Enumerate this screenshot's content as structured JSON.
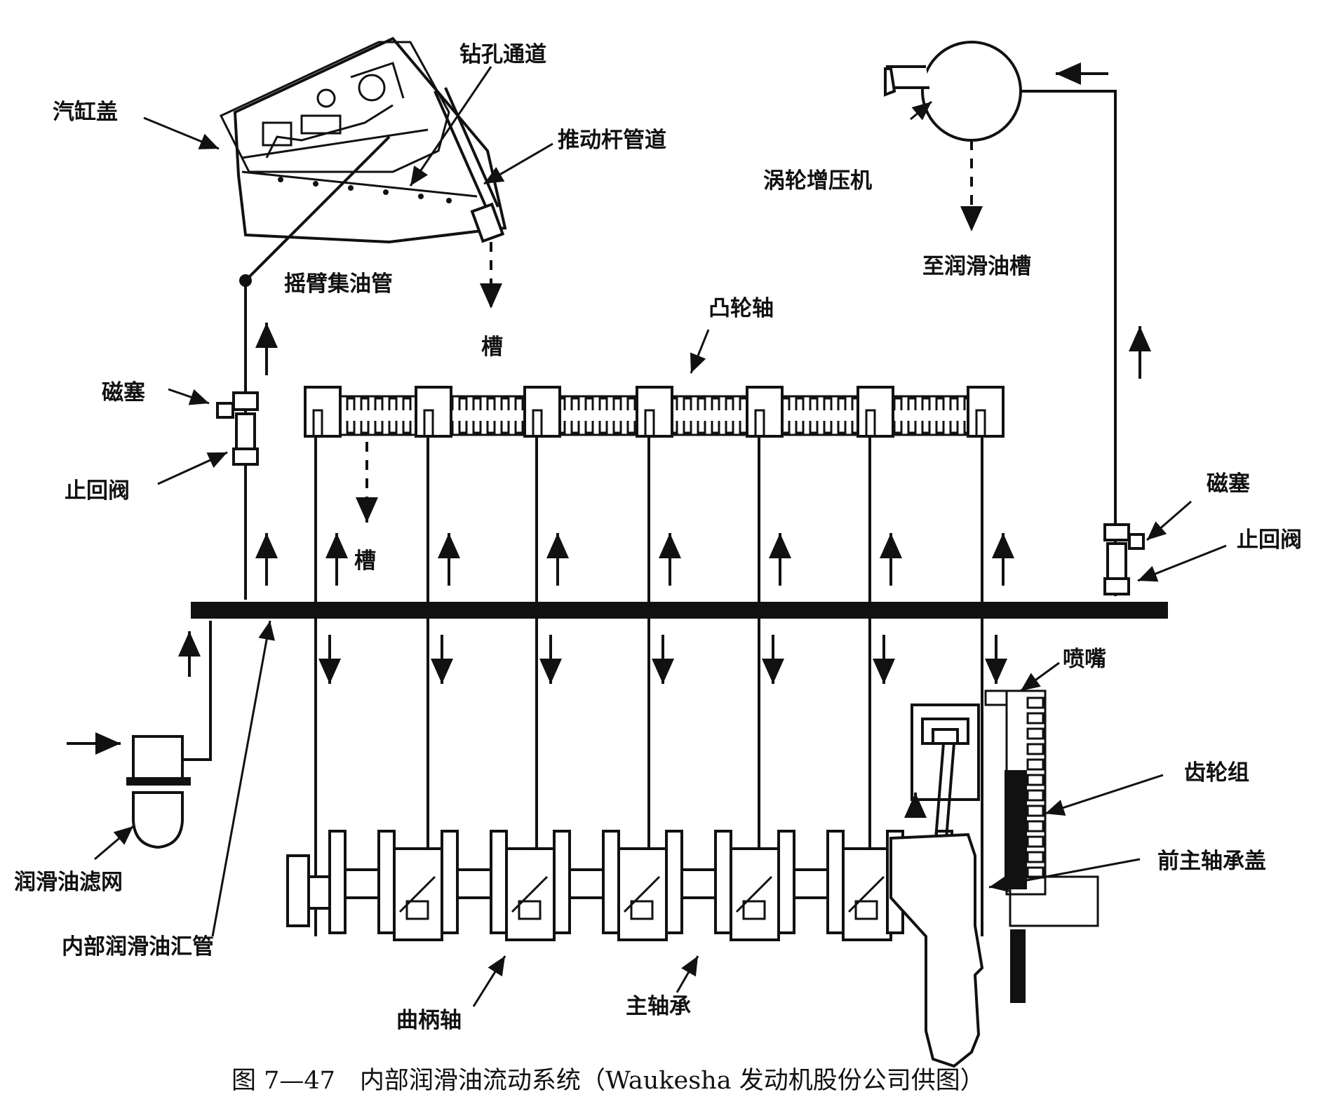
{
  "labels": {
    "cylinder_head": "汽缸盖",
    "drilled_passage": "钻孔通道",
    "pushrod_tube": "推动杆管道",
    "rocker_manifold": "摇臂集油管",
    "drain_top": "槽",
    "drain_mid": "槽",
    "camshaft": "凸轮轴",
    "magnetic_plug_left": "磁塞",
    "check_valve_left": "止回阀",
    "turbocharger": "涡轮增压机",
    "to_sump": "至润滑油槽",
    "magnetic_plug_right": "磁塞",
    "check_valve_right": "止回阀",
    "nozzle": "喷嘴",
    "gear_train": "齿轮组",
    "front_main_bearing": "前主轴承盖",
    "oil_strainer": "润滑油滤网",
    "internal_header": "内部润滑油汇管",
    "crankshaft": "曲柄轴",
    "main_bearing": "主轴承"
  },
  "caption": "图 7—47　内部润滑油流动系统（Waukesha 发动机股份公司供图）",
  "colors": {
    "ink": "#111111",
    "paper": "#ffffff"
  }
}
